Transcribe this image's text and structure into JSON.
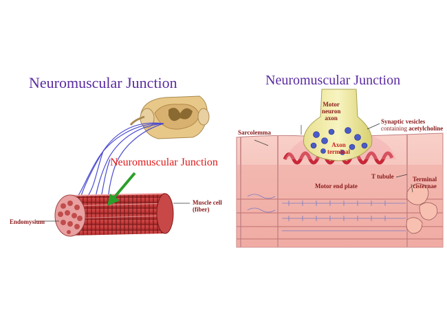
{
  "left": {
    "title": "Neuromuscular Junction",
    "callout": "Neuromuscular Junction",
    "muscle_cell_label_1": "Muscle cell",
    "muscle_cell_label_2": "(fiber)",
    "endomysium_label": "Endomysium"
  },
  "right": {
    "title": "Neuromuscular Junction",
    "motor_neuron_axon_1": "Motor",
    "motor_neuron_axon_2": "neuron",
    "motor_neuron_axon_3": "axon",
    "synaptic_vesicles_1": "Synaptic vesicles",
    "synaptic_vesicles_2a": "containing",
    "synaptic_vesicles_2b": "acetylcholine",
    "sarcolemma_label": "Sarcolemma",
    "axon_terminal_1": "Axon",
    "axon_terminal_2": "terminal",
    "t_tubule_label": "T tubule",
    "terminal_cisternae_1": "Terminal",
    "terminal_cisternae_2": "cisternae",
    "motor_end_plate_label": "Motor end plate"
  },
  "colors": {
    "title_purple": "#5a2aa0",
    "callout_red": "#e01818",
    "arrow_green": "#2aa02a",
    "label_red": "#8a1a1a",
    "nerve_blue": "#4a4ad0"
  }
}
